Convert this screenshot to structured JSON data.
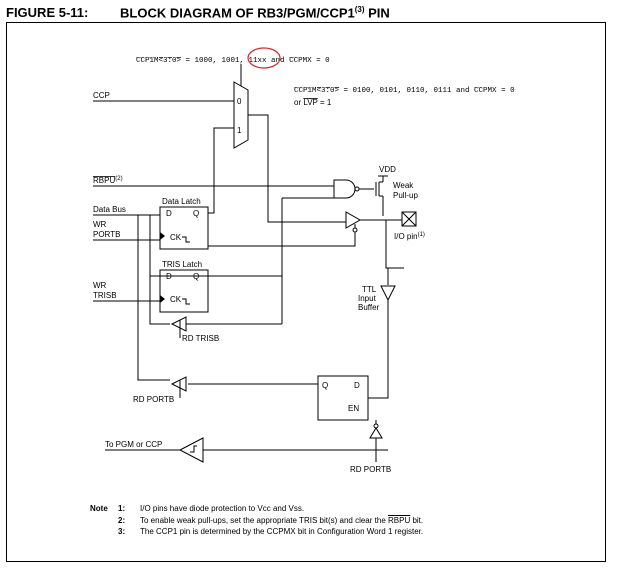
{
  "figure": {
    "number": "FIGURE 5-11:",
    "title": "BLOCK DIAGRAM OF RB3/PGM/CCP1",
    "title_sup": "(3)",
    "title_end": "PIN"
  },
  "signals": {
    "cond_top_a": "CCP1M<3:0>",
    "cond_top_b": " = 1000, 1001, ",
    "cond_top_c": "11xx",
    "cond_top_d": " and ",
    "cond_top_e": "CCPMX",
    "cond_top_f": " = 0",
    "cond_r_a": "CCP1M<3:0>",
    "cond_r_b": " = 0100, 0101, 0110, 0111 and ",
    "cond_r_c": "CCPMX",
    "cond_r_d": " = 0",
    "cond_r2_a": "or ",
    "cond_r2_b": "LVP",
    "cond_r2_c": " = 1",
    "ccp": "CCP",
    "rbpu": "RBPU",
    "rbpu_sup": "(2)",
    "data_bus": "Data Bus",
    "wr": "WR",
    "portb": "PORTB",
    "trisb": "TRISB",
    "data_latch": "Data Latch",
    "tris_latch": "TRIS Latch",
    "d": "D",
    "q": "Q",
    "ck": "CK",
    "en": "EN",
    "vdd": "VDD",
    "weak_1": "Weak",
    "weak_2": "Pull-up",
    "io_pin": "I/O pin",
    "io_sup": "(1)",
    "ttl_1": "TTL",
    "ttl_2": "Input",
    "ttl_3": "Buffer",
    "rd_trisb": "RD TRISB",
    "rd_portb": "RD PORTB",
    "rd_portb_2": "RD PORTB",
    "to_pgm": "To PGM or CCP",
    "mux0": "0",
    "mux1": "1"
  },
  "notes": {
    "label": "Note",
    "items": [
      {
        "n": "1:",
        "text": "I/O pins have diode protection to Vcc and Vss."
      },
      {
        "n": "2:",
        "pre": "To enable weak pull-ups, set the appropriate TRIS bit(s) and clear the ",
        "ov": "RBPU",
        "post": " bit."
      },
      {
        "n": "3:",
        "text": "The CCP1 pin is determined by the CCPMX bit in Configuration Word 1 register."
      }
    ]
  },
  "colors": {
    "annotation_circle": "#d42a2a"
  }
}
